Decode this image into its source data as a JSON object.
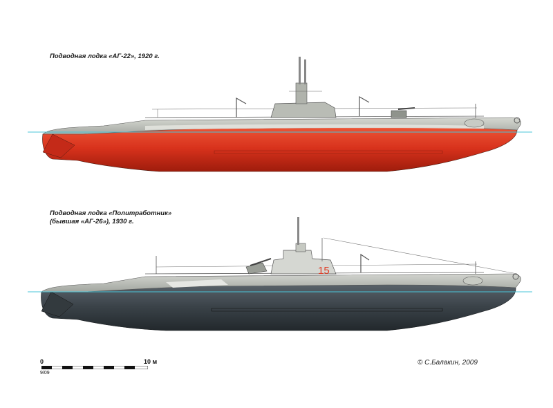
{
  "captions": {
    "sub1": "Подводная лодка «АГ-22», 1920 г.",
    "sub2_line1": "Подводная лодка «Политработник»",
    "sub2_line2": "(бывшая «АГ-26»), 1930 г."
  },
  "hull_number": "15",
  "scale": {
    "zero_label": "0",
    "ten_label": "10 м",
    "reference": "9/09"
  },
  "copyright": "© С.Балакин, 2009",
  "colors": {
    "red_hull": "#d8321c",
    "dark_hull": "#3a4248",
    "deck_grey": "#b9bcb5",
    "waterline": "#49c4d8"
  }
}
